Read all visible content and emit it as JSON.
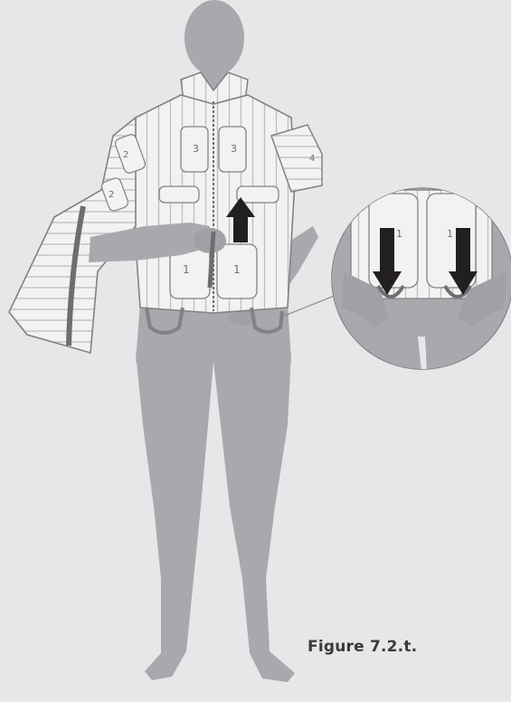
{
  "figure": {
    "caption": "Figure 7.2.t."
  },
  "panel_labels": {
    "left_front": "1",
    "right_front": "1",
    "left_chest": "3",
    "right_chest": "3",
    "upper_arm_left": "2",
    "upper_arm_right": "4",
    "lower_arm": "2"
  },
  "inset_labels": {
    "left": "1",
    "right": "1"
  },
  "colors": {
    "background": "#e6e7e8",
    "body": "#a7a9ac",
    "garment": "#f1f2f2",
    "outline": "#808285",
    "arrow": "#231f20"
  }
}
